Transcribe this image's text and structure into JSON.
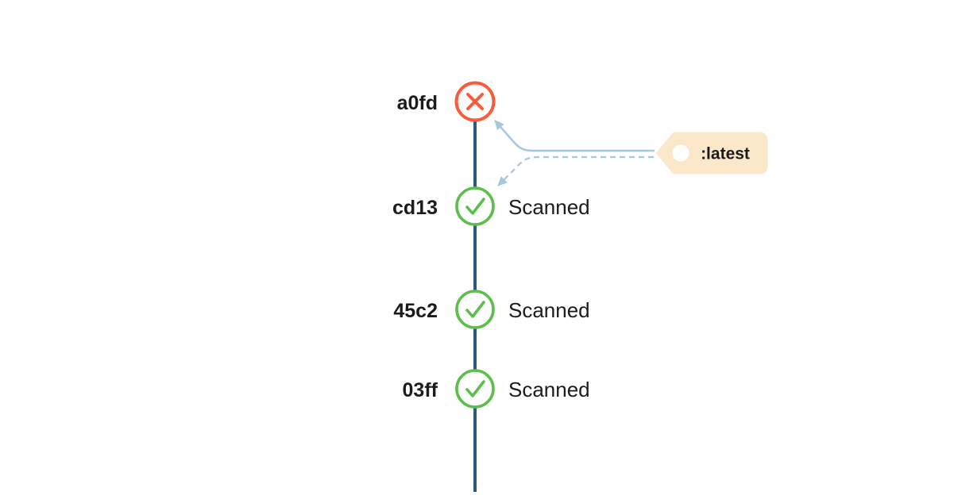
{
  "diagram": {
    "description_kind": "container-image-scan-timeline",
    "commits": [
      {
        "id": "a0fd",
        "status_label": "",
        "state": "failed",
        "icon": "x-circle-icon"
      },
      {
        "id": "cd13",
        "status_label": "Scanned",
        "state": "scanned",
        "icon": "check-circle-icon"
      },
      {
        "id": "45c2",
        "status_label": "Scanned",
        "state": "scanned",
        "icon": "check-circle-icon"
      },
      {
        "id": "03ff",
        "status_label": "Scanned",
        "state": "scanned",
        "icon": "check-circle-icon"
      }
    ],
    "tag": {
      "label": ":latest",
      "icon": "tag-icon"
    },
    "colors": {
      "failed": "#F85C3A",
      "scanned": "#5CBE4B",
      "timeline": "#2A5B7F",
      "arrow": "#A6C8DB",
      "tag_bg": "#FBE8CB",
      "text": "#1B1B1B",
      "node_fill": "#FFFFFF"
    }
  }
}
